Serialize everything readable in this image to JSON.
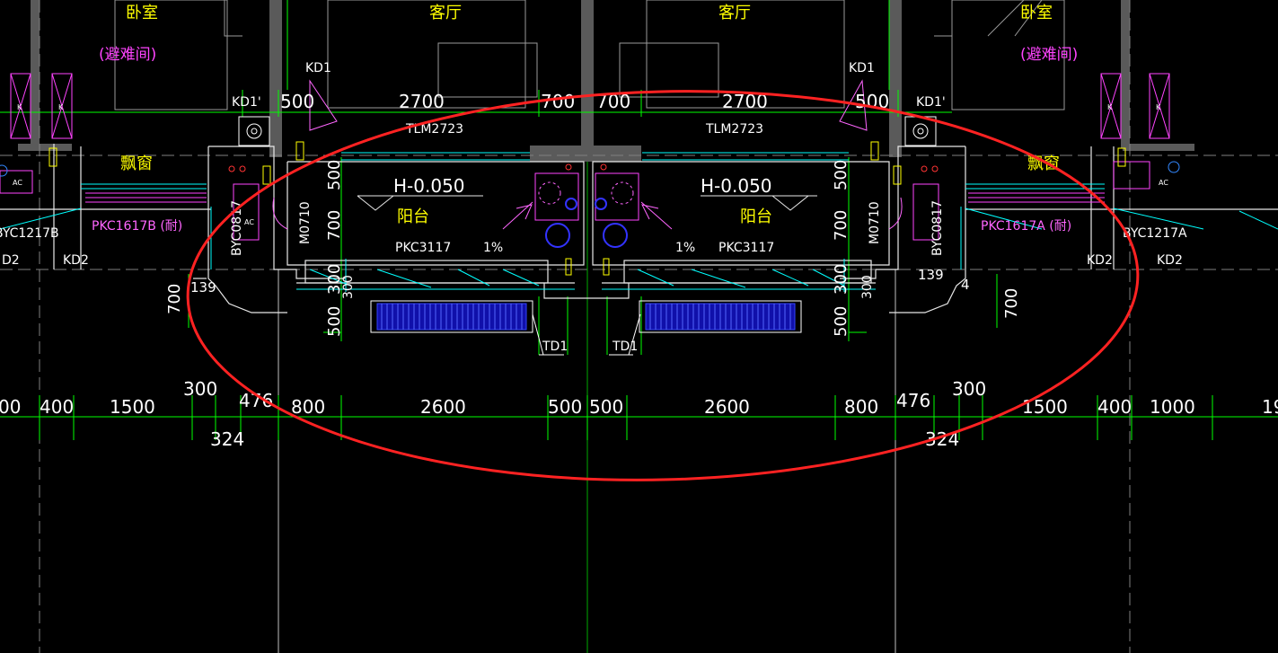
{
  "rooms": {
    "bedroom_left": "卧室",
    "refuge_left": "(避难间)",
    "living_left": "客厅",
    "living_right": "客厅",
    "bedroom_right": "卧室",
    "refuge_right": "(避难间)",
    "bay_left": "飘窗",
    "bay_right": "飘窗",
    "balcony_left": "阳台",
    "balcony_right": "阳台"
  },
  "elevations": {
    "left": "H-0.050",
    "right": "H-0.050"
  },
  "doors": {
    "tlm_left": "TLM2723",
    "tlm_right": "TLM2723",
    "pkc_left": "PKC3117",
    "pkc_right": "PKC3117",
    "m_left": "M0710",
    "m_right": "M0710",
    "byc_left": "BYC0817",
    "byc_right": "BYC0817",
    "pkc1617b": "PKC1617B (耐)",
    "pkc1617a": "PKC1617A (耐)",
    "byc1217b": "BYC1217B",
    "byc1217a": "BYC1217A"
  },
  "tags": {
    "kd1_left": "KD1",
    "kd1_right": "KD1",
    "kd1p_left": "KD1'",
    "kd1p_right": "KD1'",
    "kd2_a": "KD2",
    "kd2_b": "KD2",
    "kd2_c": "KD2",
    "d2": "D2",
    "td1_left": "TD1",
    "td1_right": "TD1",
    "slope_left": "1%",
    "slope_right": "1%",
    "ac1": "AC",
    "ac2": "AC",
    "ac3": "AC",
    "k1": "K",
    "k2": "K",
    "k3": "K",
    "k4": "K"
  },
  "dims_top": {
    "d500a": "500",
    "d2700a": "2700",
    "d700a": "700",
    "d700b": "700",
    "d2700b": "2700",
    "d500b": "500"
  },
  "dims_vertical": {
    "v500a": "500",
    "v700a": "700",
    "v300a": "300",
    "v300b": "300",
    "v500b": "500",
    "v500c": "500",
    "v700b": "700",
    "v300c": "300",
    "v300d": "300",
    "v500d": "500",
    "v700c": "700",
    "v700d": "700"
  },
  "dims_small": {
    "s139a": "139",
    "s139b": "139",
    "s4": "4"
  },
  "dims_bottom": {
    "b00": "00",
    "b400a": "400",
    "b1500a": "1500",
    "b300a": "300",
    "b476a": "476",
    "b324a": "324",
    "b800a": "800",
    "b2600a": "2600",
    "b500a": "500",
    "b500b": "500",
    "b2600b": "2600",
    "b800b": "800",
    "b476b": "476",
    "b324b": "324",
    "b300b": "300",
    "b1500b": "1500",
    "b400b": "400",
    "b1000": "1000",
    "b19": "19"
  },
  "colors": {
    "background": "#000000",
    "wall": "#5a5a5a",
    "dimension": "#00ff00",
    "text_yellow": "#ffff00",
    "text_white": "#ffffff",
    "magenta": "#ff00ff",
    "cyan": "#00ffff",
    "blue": "#0000ff",
    "red": "#ff2222",
    "grid_dash": "#808080"
  }
}
